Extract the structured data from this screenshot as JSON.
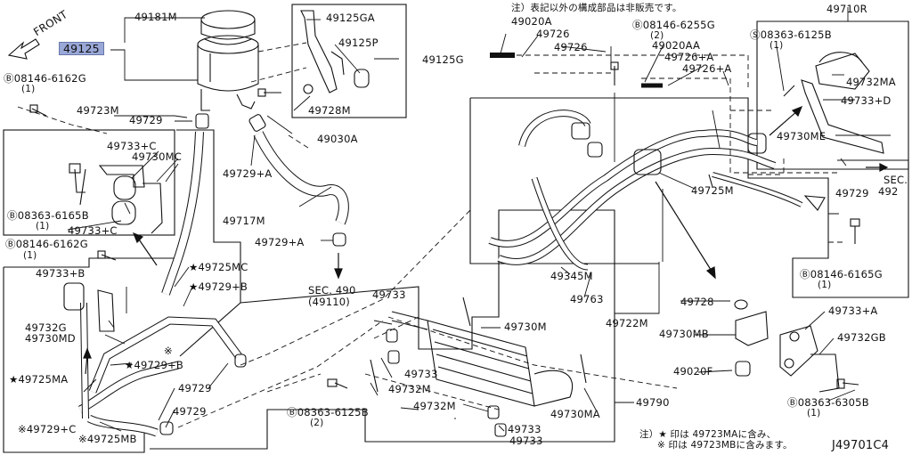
{
  "figure": {
    "code": "J49701C4",
    "front": "FRONT"
  },
  "notes": {
    "header": "注）表記以外の構成部品は非販売です。",
    "footer_1": "注）★ 印は 49723MAに含み、",
    "footer_2": "※ 印は 49723MBに含みます。"
  },
  "parts": [
    {
      "id": "p01",
      "text": "49181M"
    },
    {
      "id": "p02",
      "text": "49125"
    },
    {
      "id": "p03",
      "text": "Ⓑ08146-6162G"
    },
    {
      "id": "p04",
      "text": "(1)"
    },
    {
      "id": "p05",
      "text": "49723M"
    },
    {
      "id": "p06",
      "text": "49729"
    },
    {
      "id": "p07",
      "text": "49125GA"
    },
    {
      "id": "p08",
      "text": "49125P"
    },
    {
      "id": "p09",
      "text": "49125G"
    },
    {
      "id": "p10",
      "text": "49728M"
    },
    {
      "id": "p11",
      "text": "49030A"
    },
    {
      "id": "p12",
      "text": "49729+A"
    },
    {
      "id": "p13",
      "text": "49733+C"
    },
    {
      "id": "p14",
      "text": "49730MC"
    },
    {
      "id": "p15",
      "text": "Ⓑ08363-6165B"
    },
    {
      "id": "p16",
      "text": "(1)"
    },
    {
      "id": "p17",
      "text": "49733+C"
    },
    {
      "id": "p18",
      "text": "49717M"
    },
    {
      "id": "p19",
      "text": "49729+A"
    },
    {
      "id": "p20",
      "text": "Ⓑ08146-6162G"
    },
    {
      "id": "p21",
      "text": "(1)"
    },
    {
      "id": "p22",
      "text": "49733+B"
    },
    {
      "id": "p23",
      "text": "★49725MC"
    },
    {
      "id": "p24",
      "text": "★49729+B"
    },
    {
      "id": "p25",
      "text": "SEC. 490"
    },
    {
      "id": "p26",
      "text": "(49110)"
    },
    {
      "id": "p27",
      "text": "49732G"
    },
    {
      "id": "p28",
      "text": "49730MD"
    },
    {
      "id": "p29",
      "text": "※"
    },
    {
      "id": "p30",
      "text": "★49729+B"
    },
    {
      "id": "p31",
      "text": "★49725MA"
    },
    {
      "id": "p32",
      "text": "49729"
    },
    {
      "id": "p33",
      "text": "49729"
    },
    {
      "id": "p34",
      "text": "※49729+C"
    },
    {
      "id": "p35",
      "text": "※49725MB"
    },
    {
      "id": "p36",
      "text": "49733"
    },
    {
      "id": "p37",
      "text": "49730M"
    },
    {
      "id": "p38",
      "text": "49733"
    },
    {
      "id": "p39",
      "text": "49732M"
    },
    {
      "id": "p40",
      "text": "49732M"
    },
    {
      "id": "p41",
      "text": "49733"
    },
    {
      "id": "p42",
      "text": "49733"
    },
    {
      "id": "p43",
      "text": "49730MA"
    },
    {
      "id": "p44",
      "text": "49790"
    },
    {
      "id": "p45",
      "text": "Ⓑ08363-6125B"
    },
    {
      "id": "p46",
      "text": "(2)"
    },
    {
      "id": "p47",
      "text": "49020A"
    },
    {
      "id": "p48",
      "text": "49726"
    },
    {
      "id": "p49",
      "text": "49726"
    },
    {
      "id": "p50",
      "text": "Ⓑ08146-6255G"
    },
    {
      "id": "p51",
      "text": "(2)"
    },
    {
      "id": "p52",
      "text": "49020AA"
    },
    {
      "id": "p53",
      "text": "49726+A"
    },
    {
      "id": "p54",
      "text": "49726+A"
    },
    {
      "id": "p55",
      "text": "49710R"
    },
    {
      "id": "p56",
      "text": "Ⓢ08363-6125B"
    },
    {
      "id": "p57",
      "text": "(1)"
    },
    {
      "id": "p58",
      "text": "49732MA"
    },
    {
      "id": "p59",
      "text": "49733+D"
    },
    {
      "id": "p60",
      "text": "49730ME"
    },
    {
      "id": "p61",
      "text": "SEC."
    },
    {
      "id": "p62",
      "text": "492"
    },
    {
      "id": "p63",
      "text": "49729"
    },
    {
      "id": "p64",
      "text": "49725M"
    },
    {
      "id": "p65",
      "text": "Ⓑ08146-6165G"
    },
    {
      "id": "p66",
      "text": "(1)"
    },
    {
      "id": "p67",
      "text": "49345M"
    },
    {
      "id": "p68",
      "text": "49763"
    },
    {
      "id": "p69",
      "text": "49722M"
    },
    {
      "id": "p70",
      "text": "49728"
    },
    {
      "id": "p71",
      "text": "49730MB"
    },
    {
      "id": "p72",
      "text": "49020F"
    },
    {
      "id": "p73",
      "text": "49733+A"
    },
    {
      "id": "p74",
      "text": "49732GB"
    },
    {
      "id": "p75",
      "text": "Ⓑ08363-6305B"
    },
    {
      "id": "p76",
      "text": "(1)"
    }
  ]
}
